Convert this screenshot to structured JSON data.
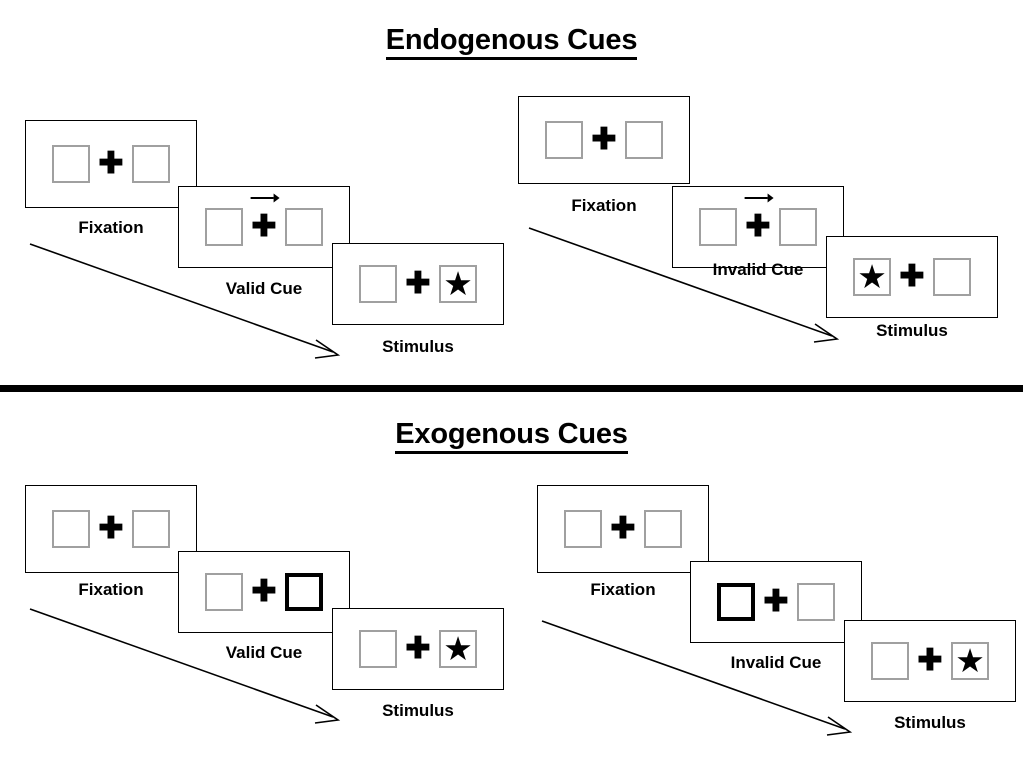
{
  "figure": {
    "sections": [
      {
        "id": "endogenous",
        "title": "Endogenous Cues",
        "conditions": [
          {
            "id": "endogenous-valid",
            "cue_label": "Valid Cue",
            "panels": [
              {
                "id": "fixation",
                "caption": "Fixation",
                "left_box": "empty",
                "right_box": "empty",
                "cue": "none",
                "center": "fixation-cross"
              },
              {
                "id": "cue",
                "caption": "Valid Cue",
                "left_box": "empty",
                "right_box": "empty",
                "cue": "arrow-right",
                "center": "fixation-cross"
              },
              {
                "id": "stimulus",
                "caption": "Stimulus",
                "left_box": "empty",
                "right_box": "star",
                "cue": "none",
                "center": "fixation-cross"
              }
            ]
          },
          {
            "id": "endogenous-invalid",
            "cue_label": "Invalid Cue",
            "panels": [
              {
                "id": "fixation",
                "caption": "Fixation",
                "left_box": "empty",
                "right_box": "empty",
                "cue": "none",
                "center": "fixation-cross"
              },
              {
                "id": "cue",
                "caption": "Invalid Cue",
                "left_box": "empty",
                "right_box": "empty",
                "cue": "arrow-right",
                "center": "fixation-cross"
              },
              {
                "id": "stimulus",
                "caption": "Stimulus",
                "left_box": "star",
                "right_box": "empty",
                "cue": "none",
                "center": "fixation-cross"
              }
            ]
          }
        ]
      },
      {
        "id": "exogenous",
        "title": "Exogenous Cues",
        "conditions": [
          {
            "id": "exogenous-valid",
            "cue_label": "Valid Cue",
            "panels": [
              {
                "id": "fixation",
                "caption": "Fixation",
                "left_box": "empty",
                "right_box": "empty",
                "cue": "none",
                "center": "fixation-cross"
              },
              {
                "id": "cue",
                "caption": "Valid Cue",
                "left_box": "empty",
                "right_box": "highlighted",
                "cue": "none",
                "center": "fixation-cross"
              },
              {
                "id": "stimulus",
                "caption": "Stimulus",
                "left_box": "empty",
                "right_box": "star",
                "cue": "none",
                "center": "fixation-cross"
              }
            ]
          },
          {
            "id": "exogenous-invalid",
            "cue_label": "Invalid Cue",
            "panels": [
              {
                "id": "fixation",
                "caption": "Fixation",
                "left_box": "empty",
                "right_box": "empty",
                "cue": "none",
                "center": "fixation-cross"
              },
              {
                "id": "cue",
                "caption": "Invalid Cue",
                "left_box": "highlighted",
                "right_box": "empty",
                "cue": "none",
                "center": "fixation-cross"
              },
              {
                "id": "stimulus",
                "caption": "Stimulus",
                "left_box": "empty",
                "right_box": "star",
                "cue": "none",
                "center": "fixation-cross"
              }
            ]
          }
        ]
      }
    ],
    "glyphs": {
      "fixation_cross": "✚",
      "target_star": "★",
      "cue_arrow": "arrow-right-icon",
      "time_arrow": "time-flow-arrow-icon"
    },
    "colors": {
      "ink": "#000000",
      "placeholder_box_border": "#a0a0a0",
      "background": "#ffffff"
    }
  }
}
